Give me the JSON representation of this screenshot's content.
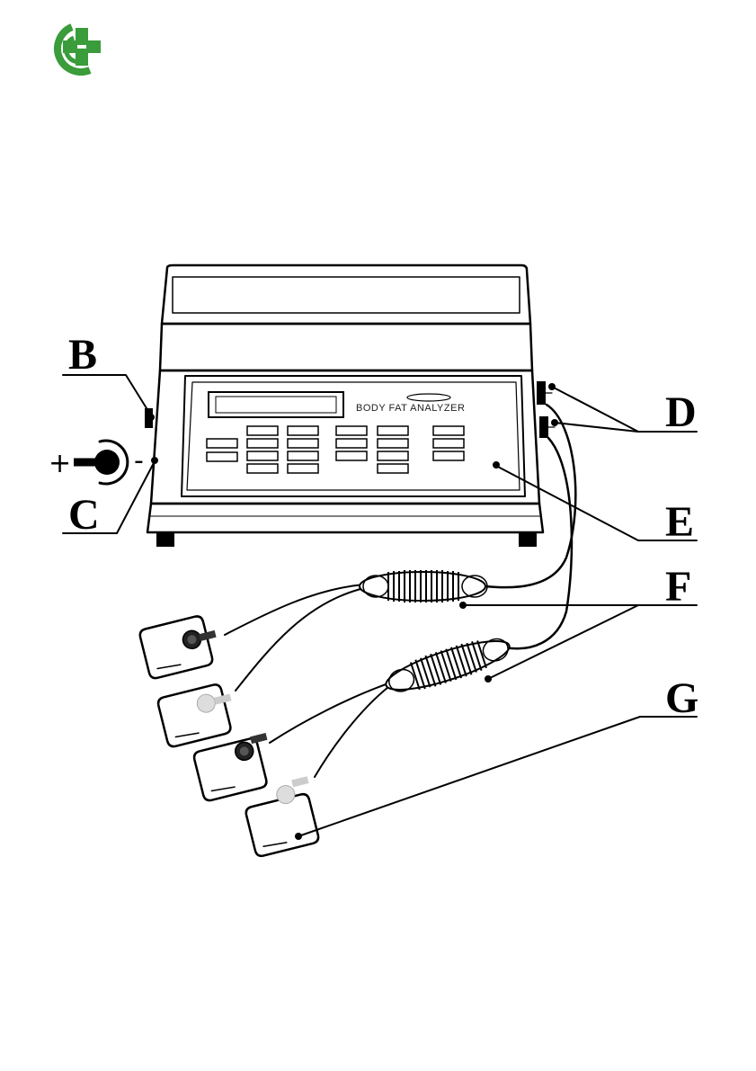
{
  "device": {
    "panel_label": "BODY FAT ANALYZER"
  },
  "callouts": {
    "b": "B",
    "c": "C",
    "d": "D",
    "e": "E",
    "f": "F",
    "g": "G"
  },
  "power_jack": {
    "plus": "+",
    "minus": "-"
  },
  "colors": {
    "logo_green": "#3a9c3a",
    "line": "#000000"
  },
  "icons": {
    "logo": "green-cross-logo-icon"
  }
}
